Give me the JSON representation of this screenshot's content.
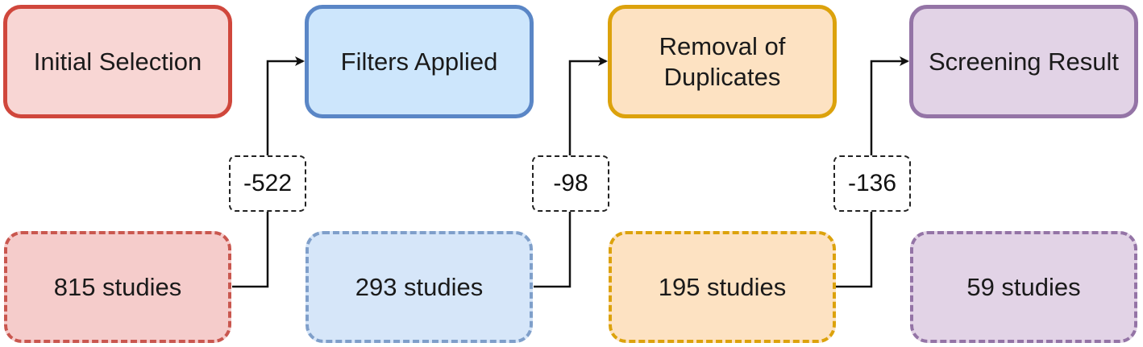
{
  "stages": [
    {
      "label": "Initial Selection",
      "fill": "#f8d6d4",
      "stroke": "#d0473c"
    },
    {
      "label": "Filters Applied",
      "fill": "#cde6fc",
      "stroke": "#5a86c6"
    },
    {
      "label": "Removal of\nDuplicates",
      "fill": "#fde2c2",
      "stroke": "#dca20c"
    },
    {
      "label": "Screening Result",
      "fill": "#e2d3e6",
      "stroke": "#9474a6"
    }
  ],
  "counts": [
    {
      "label": "815 studies",
      "fill": "#f5cccb",
      "stroke": "#c9574f"
    },
    {
      "label": "293 studies",
      "fill": "#d6e6f9",
      "stroke": "#7f9fca"
    },
    {
      "label": "195 studies",
      "fill": "#fde2c2",
      "stroke": "#dca20c"
    },
    {
      "label": "59 studies",
      "fill": "#e2d3e6",
      "stroke": "#9474a6"
    }
  ],
  "deltas": [
    "-522",
    "-98",
    "-136"
  ]
}
